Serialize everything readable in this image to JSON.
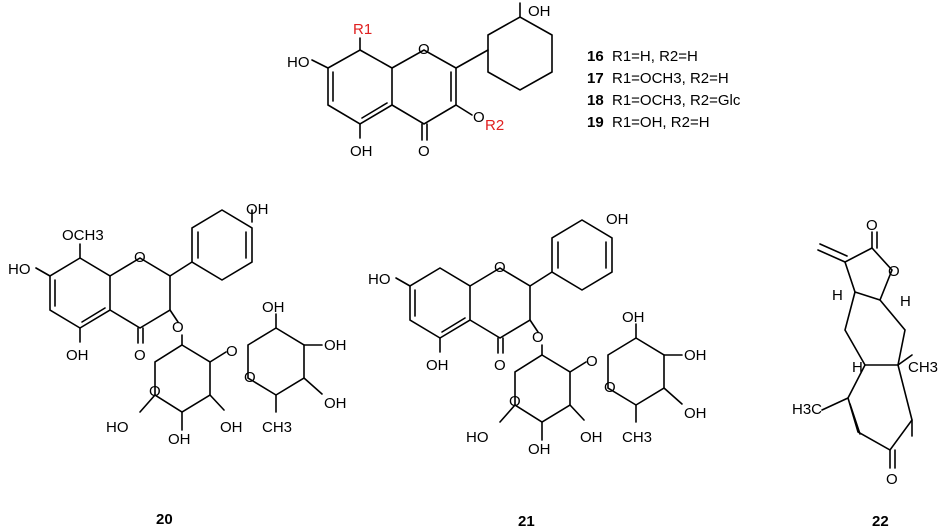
{
  "colors": {
    "ink": "#000000",
    "rgroup": "#e02020",
    "background": "#ffffff"
  },
  "top": {
    "r1": "R1",
    "r2": "R2",
    "oh_8": "HO",
    "oh_5": "OH",
    "oh_4p": "OH",
    "o_ring": "O",
    "o_keto": "O",
    "o_3": "O",
    "variants": [
      {
        "id": "16",
        "desc": "R1=H, R2=H"
      },
      {
        "id": "17",
        "desc": "R1=OCH3, R2=H"
      },
      {
        "id": "18",
        "desc": "R1=OCH3, R2=Glc"
      },
      {
        "id": "19",
        "desc": "R1=OH, R2=H"
      }
    ]
  },
  "c20": {
    "label": "20",
    "och3": "OCH3",
    "ho7": "HO",
    "oh5": "OH",
    "oh4p": "OH",
    "o_ring": "O",
    "o_keto": "O",
    "o_gly": "O",
    "sugar1": {
      "o_ring": "O",
      "oh_anomeric": "HO",
      "oh_2": "OH",
      "oh_3": "OH",
      "o_link": "O"
    },
    "sugar2": {
      "o_ring": "O",
      "oh_a": "OH",
      "oh_b": "OH",
      "oh_c": "OH",
      "ch3": "CH3"
    }
  },
  "c21": {
    "label": "21",
    "ho7": "HO",
    "oh5": "OH",
    "oh4p": "OH",
    "o_ring": "O",
    "o_keto": "O",
    "o_gly": "O",
    "sugar1": {
      "o_ring": "O",
      "oh_anomeric": "HO",
      "oh_2": "OH",
      "oh_3": "OH",
      "o_link": "O"
    },
    "sugar2": {
      "o_ring": "O",
      "oh_a": "OH",
      "oh_b": "OH",
      "oh_c": "OH",
      "ch3": "CH3"
    }
  },
  "c22": {
    "label": "22",
    "o_lactone_keto": "O",
    "o_lactone_ring": "O",
    "h_a": "H",
    "h_b": "H",
    "h_c": "H",
    "ch3_a": "CH3",
    "ch3_b": "H3C",
    "o_keto": "O"
  }
}
